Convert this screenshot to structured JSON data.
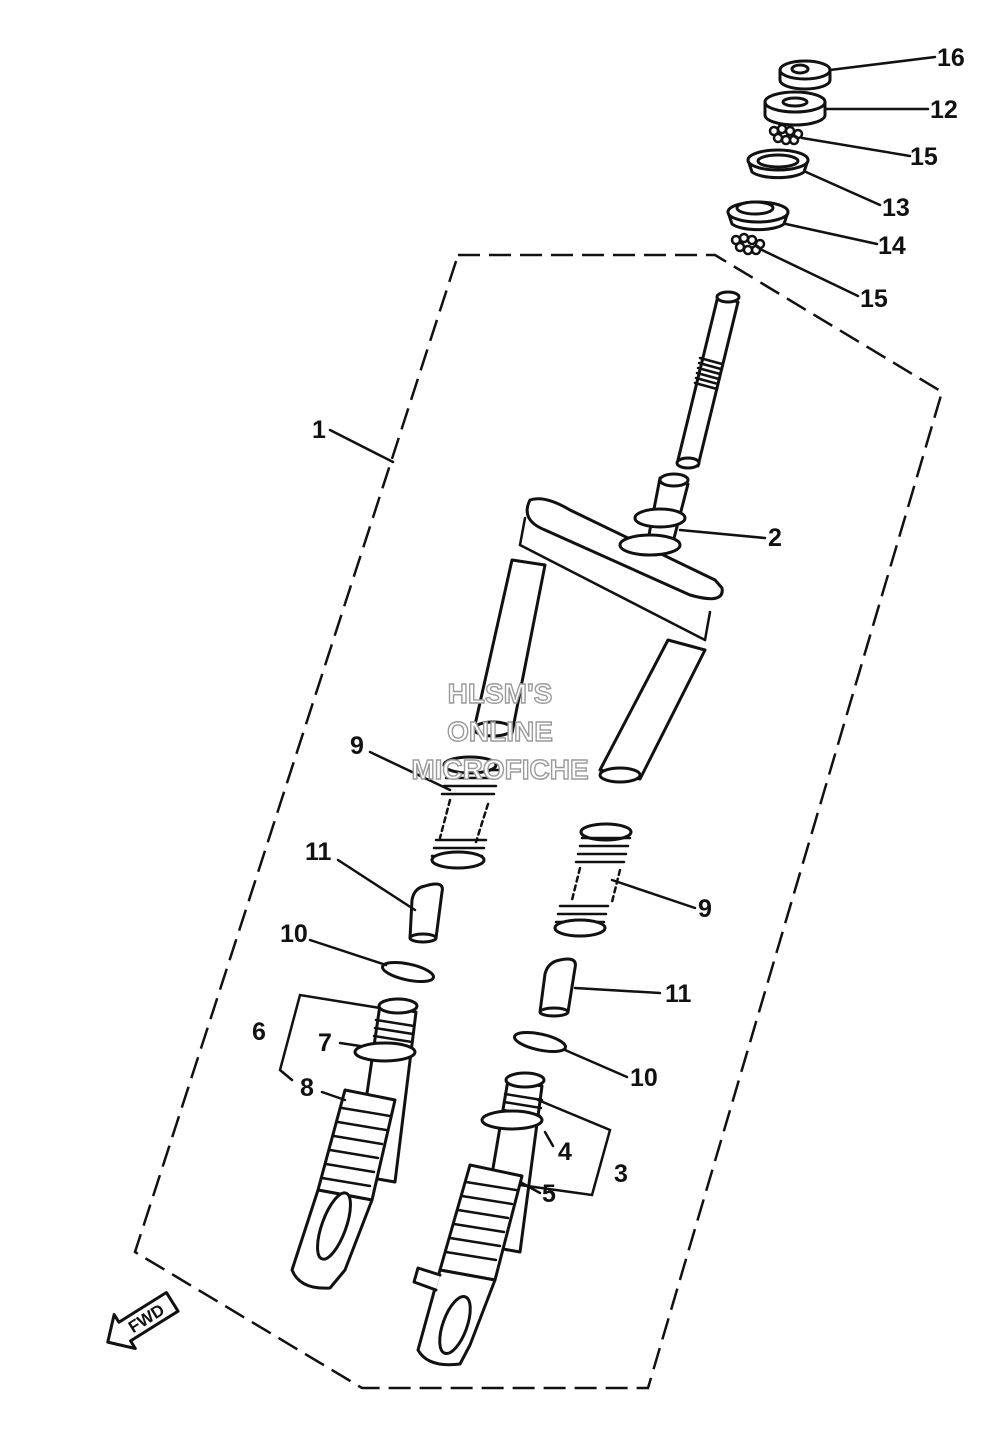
{
  "diagram": {
    "callouts": [
      {
        "id": "c16",
        "label": "16"
      },
      {
        "id": "c12",
        "label": "12"
      },
      {
        "id": "c15a",
        "label": "15"
      },
      {
        "id": "c13",
        "label": "13"
      },
      {
        "id": "c14",
        "label": "14"
      },
      {
        "id": "c15b",
        "label": "15"
      },
      {
        "id": "c1",
        "label": "1"
      },
      {
        "id": "c2",
        "label": "2"
      },
      {
        "id": "c9a",
        "label": "9"
      },
      {
        "id": "c9b",
        "label": "9"
      },
      {
        "id": "c11a",
        "label": "11"
      },
      {
        "id": "c11b",
        "label": "11"
      },
      {
        "id": "c10a",
        "label": "10"
      },
      {
        "id": "c10b",
        "label": "10"
      },
      {
        "id": "c6",
        "label": "6"
      },
      {
        "id": "c7",
        "label": "7"
      },
      {
        "id": "c8",
        "label": "8"
      },
      {
        "id": "c4",
        "label": "4"
      },
      {
        "id": "c3",
        "label": "3"
      },
      {
        "id": "c5",
        "label": "5"
      }
    ],
    "watermark": [
      "HLSM'S",
      "ONLINE",
      "MICROFICHE"
    ],
    "direction_arrow": "FWD"
  }
}
